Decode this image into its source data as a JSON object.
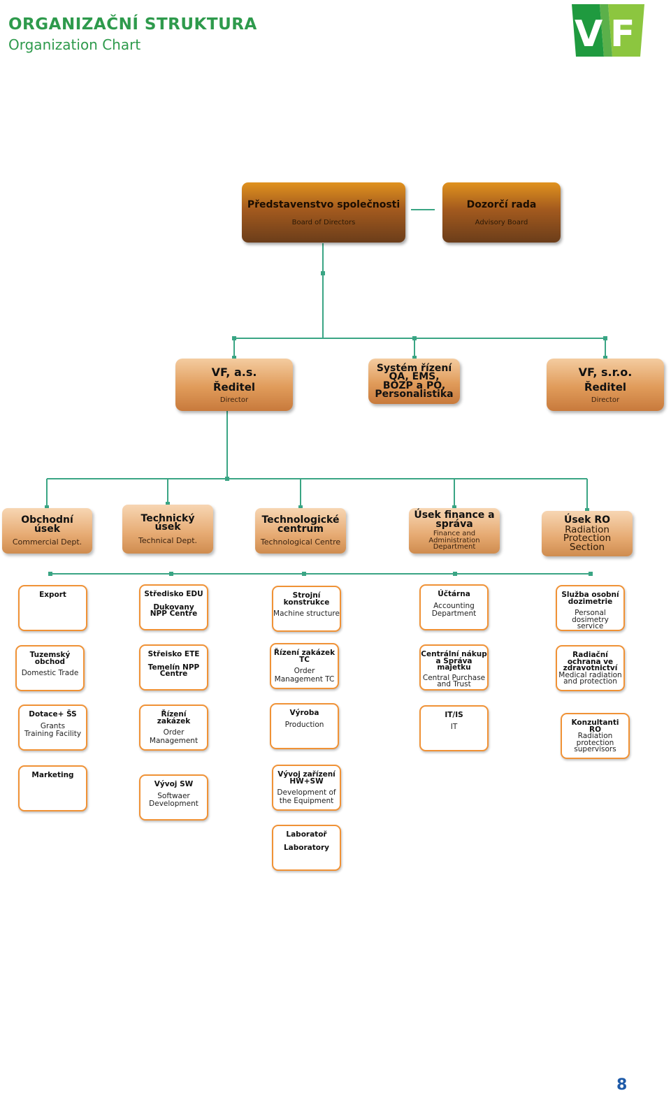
{
  "header": {
    "title": "ORGANIZAČNÍ STRUKTURA",
    "subtitle": "Organization Chart",
    "logo_text": "VF"
  },
  "colors": {
    "green": "#2e9a4c",
    "teal_line": "#2f9f7e",
    "orange": "#f09236",
    "brown": "#8a4a1c"
  },
  "board": [
    {
      "cs": "Představenstvo společnosti",
      "en": "Board of Directors"
    },
    {
      "cs": "Dozorčí rada",
      "en": "Advisory Board"
    }
  ],
  "companies": [
    {
      "l1": "VF, a.s.",
      "l2": "Ředitel",
      "en": "Director"
    },
    {
      "lines": [
        "Systém řízení",
        "QA, EMS,",
        "BOZP a PO,",
        "Personalistika"
      ]
    },
    {
      "l1": "VF, s.r.o.",
      "l2": "Ředitel",
      "en": "Director"
    }
  ],
  "departments": [
    {
      "cs": [
        "Obchodní",
        "úsek"
      ],
      "en": [
        "Commercial Dept."
      ]
    },
    {
      "cs": [
        "Technický",
        "úsek"
      ],
      "en": [
        "Technical Dept."
      ]
    },
    {
      "cs": [
        "Technologické",
        "centrum"
      ],
      "en": [
        "Technological Centre"
      ]
    },
    {
      "cs": [
        "Úsek finance a",
        "správa"
      ],
      "en": [
        "Finance and",
        "Administration",
        "Department"
      ]
    },
    {
      "cs": [
        "Úsek RO"
      ],
      "en": [
        "Radiation",
        "Protection",
        "Section"
      ]
    }
  ],
  "units": [
    [
      {
        "cs": [
          "Export"
        ],
        "en": []
      },
      {
        "cs": [
          "Tuzemský",
          "obchod"
        ],
        "en": [
          "Domestic Trade"
        ]
      },
      {
        "cs": [
          "Dotace+ ŠS"
        ],
        "en": [
          "Grants",
          "Training Facility"
        ]
      },
      {
        "cs": [
          "Marketing"
        ],
        "en": []
      }
    ],
    [
      {
        "cs": [
          "Středisko EDU"
        ],
        "en": [],
        "extra": [
          "Dukovany",
          "NPP Centre"
        ]
      },
      {
        "cs": [
          "Střeisko ETE"
        ],
        "en": [],
        "extra": [
          "Temelín NPP",
          "Centre"
        ]
      },
      {
        "cs": [
          "Řízení",
          "zakázek"
        ],
        "en": [
          "Order",
          "Management"
        ]
      },
      {
        "cs": [
          "Vývoj  SW"
        ],
        "en": [
          "Softwaer",
          "Development"
        ]
      }
    ],
    [
      {
        "cs": [
          "Strojní",
          "konstrukce"
        ],
        "en": [
          "Machine structure"
        ]
      },
      {
        "cs": [
          "Řízení zakázek",
          "TC"
        ],
        "en": [
          "Order",
          "Management TC"
        ]
      },
      {
        "cs": [
          "Výroba"
        ],
        "en": [
          "Production"
        ]
      },
      {
        "cs": [
          "Vývoj zařízení",
          "HW+SW"
        ],
        "en": [
          "Development of",
          "the Equipment"
        ]
      },
      {
        "cs": [
          "Laboratoř"
        ],
        "en": [],
        "extra": [
          "Laboratory"
        ]
      }
    ],
    [
      {
        "cs": [
          "Účtárna"
        ],
        "en": [
          "Accounting",
          "Department"
        ]
      },
      {
        "cs": [
          "Centrální nákup",
          "a Správa",
          "majetku"
        ],
        "en": [
          "Central Purchase",
          "and Trust"
        ]
      },
      {
        "cs": [
          "IT/IS"
        ],
        "en": [
          "IT"
        ]
      }
    ],
    [
      {
        "cs": [
          "Služba osobní",
          "dozimetrie"
        ],
        "en": [
          "Personal dosimetry",
          "service"
        ]
      },
      {
        "cs": [
          "Radiační",
          "ochrana ve",
          "zdravotnictví"
        ],
        "en": [
          "Medical radiation",
          "and protection"
        ]
      },
      {
        "cs": [
          "Konzultanti",
          "RO"
        ],
        "en": [
          "Radiation",
          "protection",
          "supervisors"
        ]
      }
    ]
  ],
  "page_number": "8"
}
